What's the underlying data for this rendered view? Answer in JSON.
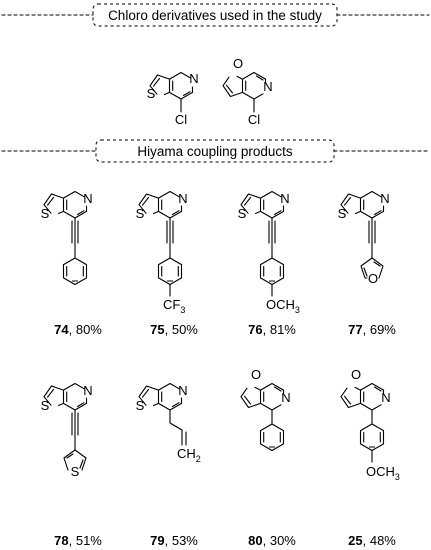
{
  "headers": {
    "chloro": "Chloro derivatives used in the study",
    "hiyama": "Hiyama coupling products"
  },
  "atoms": {
    "N": "N",
    "S": "S",
    "O": "O",
    "Cl": "Cl",
    "CF3_C": "CF",
    "CF3_sub": "3",
    "OCH3_O": "OCH",
    "OCH3_sub": "3",
    "CH2_C": "CH",
    "CH2_sub": "2"
  },
  "compounds": [
    {
      "number": "74",
      "yield": ", 80%"
    },
    {
      "number": "75",
      "yield": ", 50%"
    },
    {
      "number": "76",
      "yield": ", 81%"
    },
    {
      "number": "77",
      "yield": ", 69%"
    },
    {
      "number": "78",
      "yield": ", 51%"
    },
    {
      "number": "79",
      "yield": ", 53%"
    },
    {
      "number": "80",
      "yield": ", 30%"
    },
    {
      "number": "25",
      "yield": ", 48%"
    }
  ]
}
